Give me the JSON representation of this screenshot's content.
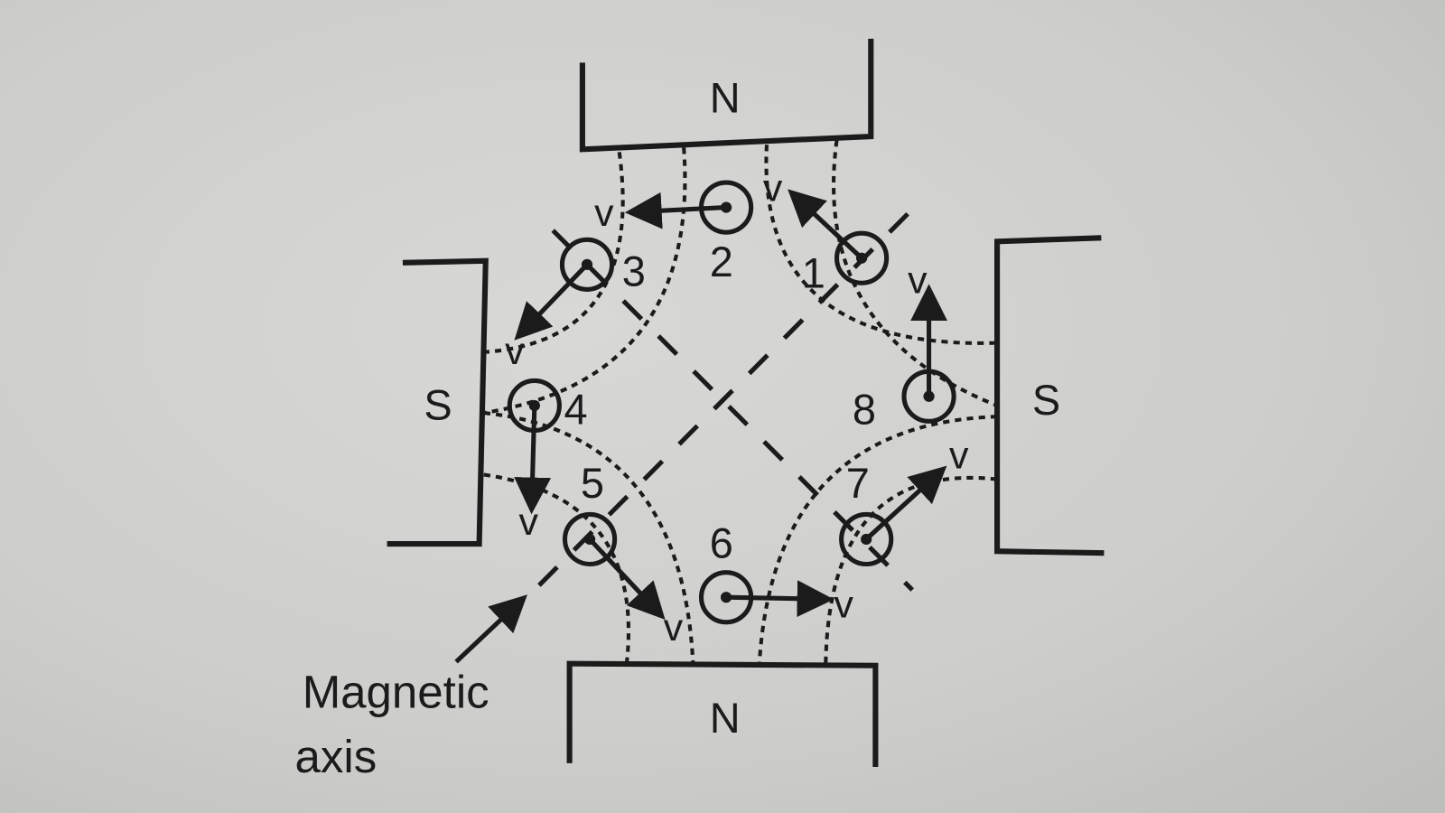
{
  "poles": {
    "top": "N",
    "bottom": "N",
    "left": "S",
    "right": "S"
  },
  "conductors": [
    {
      "number": "1",
      "velocity": "v"
    },
    {
      "number": "2",
      "velocity": "v"
    },
    {
      "number": "3",
      "velocity": "v"
    },
    {
      "number": "4",
      "velocity": "v"
    },
    {
      "number": "5",
      "velocity": "v"
    },
    {
      "number": "6",
      "velocity": "v"
    },
    {
      "number": "7",
      "velocity": "v"
    },
    {
      "number": "8",
      "velocity": "v"
    }
  ],
  "annotation": {
    "line1": "Magnetic",
    "line2": "axis"
  },
  "colors": {
    "ink": "#1b1b1b",
    "paper": "#cfcfcd"
  }
}
